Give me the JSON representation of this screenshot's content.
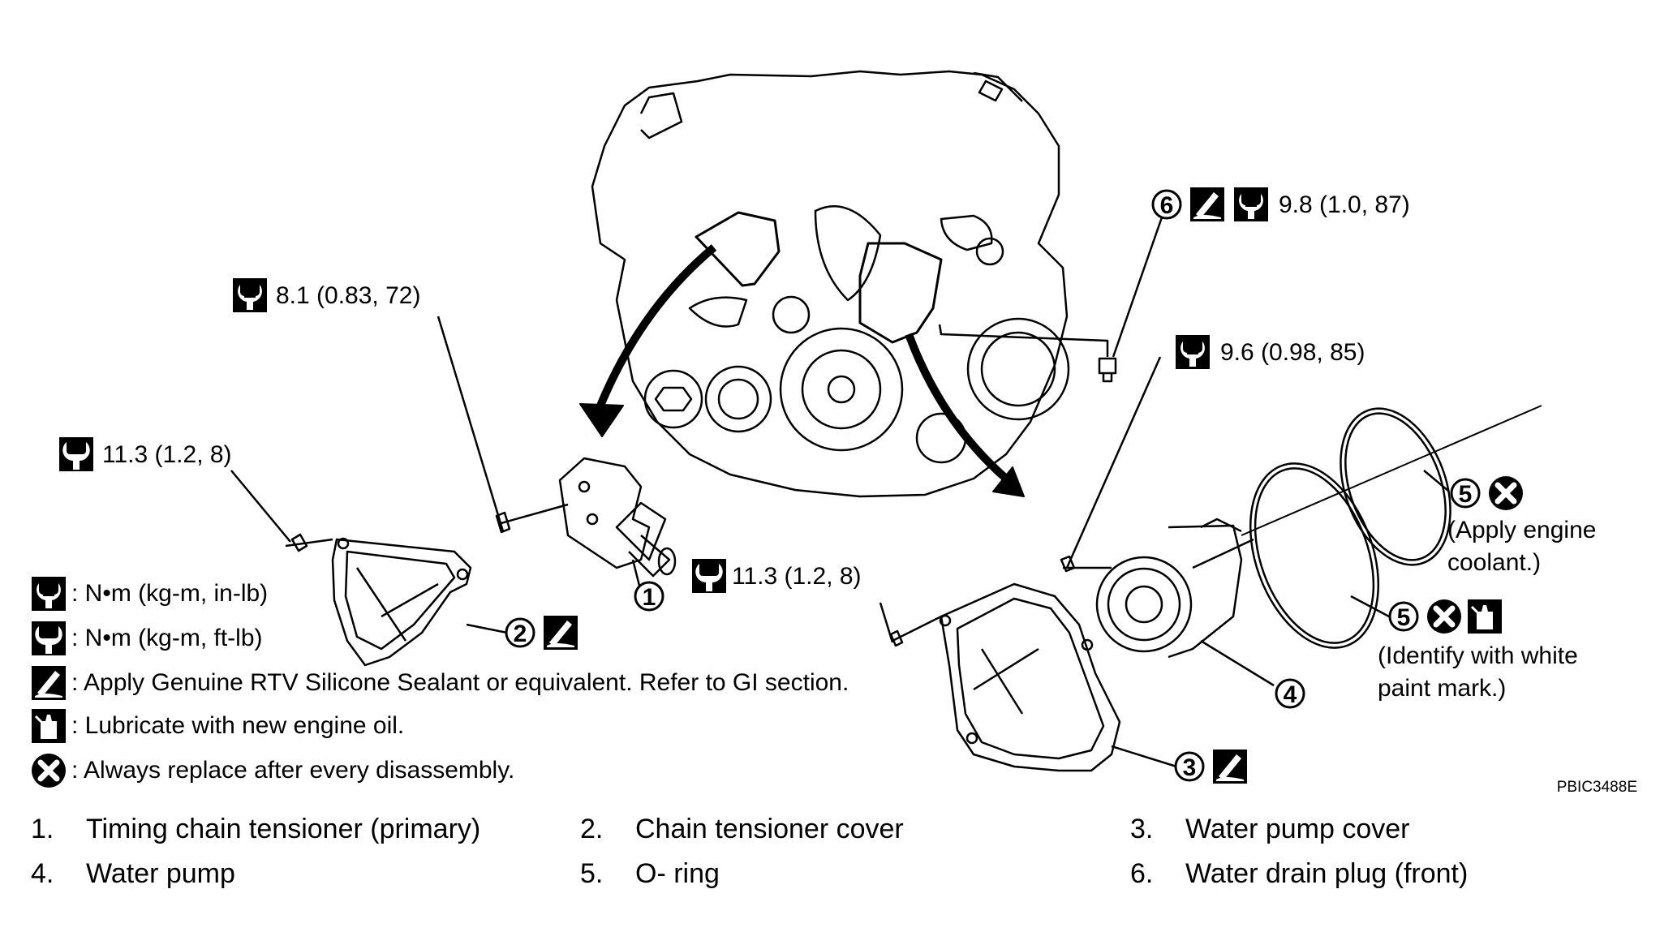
{
  "figure_code": "PBIC3488E",
  "callouts": {
    "torque_tensioner_bolt": "8.1 (0.83, 72)",
    "torque_tensioner_cover": "11.3 (1.2, 8)",
    "torque_pump_cover": "11.3 (1.2, 8)",
    "torque_pump_bolt": "9.6 (0.98, 85)",
    "torque_drain_plug": "9.8 (1.0, 87)",
    "oring_note_1": "(Apply engine",
    "oring_note_2": "coolant.)",
    "oring_note_3": "(Identify with white",
    "oring_note_4": "paint mark.)"
  },
  "markers": [
    "1",
    "2",
    "3",
    "4",
    "5",
    "5",
    "6"
  ],
  "legend": [
    {
      "icon": "wrench-inlb-icon",
      "text": ": N•m (kg-m, in-lb)"
    },
    {
      "icon": "wrench-ftlb-icon",
      "text": ": N•m (kg-m, ft-lb)"
    },
    {
      "icon": "sealant-icon",
      "text": ": Apply Genuine RTV Silicone Sealant or equivalent. Refer to GI section."
    },
    {
      "icon": "oil-can-icon",
      "text": ": Lubricate with new engine oil."
    },
    {
      "icon": "replace-x-icon",
      "text": ": Always replace after every disassembly."
    }
  ],
  "parts": [
    {
      "num": "1.",
      "name": "Timing chain tensioner (primary)"
    },
    {
      "num": "2.",
      "name": "Chain tensioner cover"
    },
    {
      "num": "3.",
      "name": "Water pump cover"
    },
    {
      "num": "4.",
      "name": "Water pump"
    },
    {
      "num": "5.",
      "name": "O- ring"
    },
    {
      "num": "6.",
      "name": "Water drain plug (front)"
    }
  ],
  "colors": {
    "ink": "#000000",
    "paper": "#ffffff"
  }
}
